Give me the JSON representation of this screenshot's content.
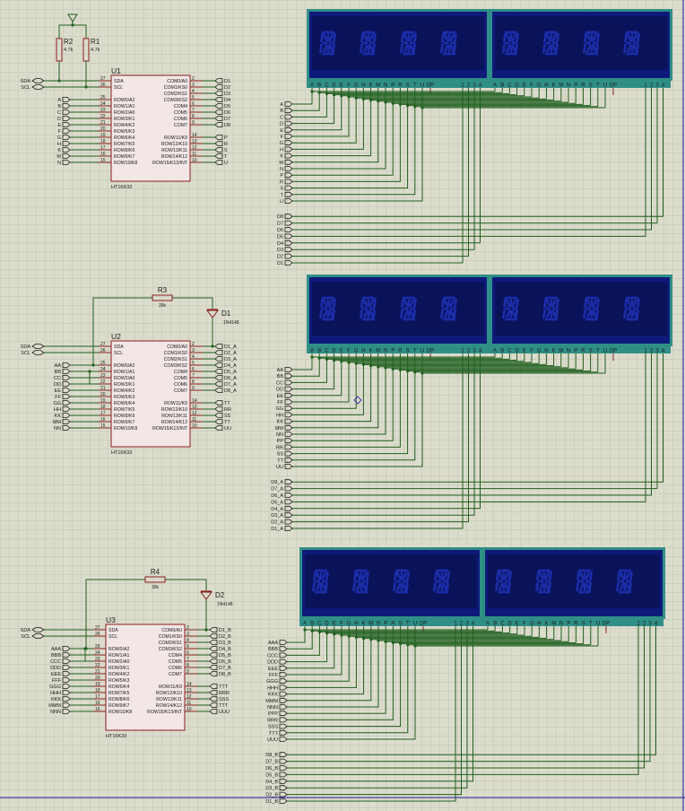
{
  "labels": {
    "sda": "SDA",
    "scl": "SCL",
    "label_1n4148": "1N4148",
    "pullup_value": "4.7k",
    "series_value": "39k"
  },
  "display_pins": [
    "A",
    "B",
    "C",
    "D",
    "E",
    "F",
    "G",
    "H",
    "K",
    "M",
    "N",
    "P",
    "R",
    "S",
    "T",
    "U",
    "DP",
    "1",
    "2",
    "3",
    "4"
  ],
  "chips": [
    {
      "ref": "U1",
      "part": "HT16K33",
      "left_pins": [
        {
          "num": "27",
          "name": "SDA"
        },
        {
          "num": "26",
          "name": "SCL"
        },
        {
          "num": "25",
          "name": "ROW0/A2"
        },
        {
          "num": "24",
          "name": "ROW1/A1"
        },
        {
          "num": "23",
          "name": "ROW2/A0"
        },
        {
          "num": "22",
          "name": "ROW3/K1"
        },
        {
          "num": "21",
          "name": "ROW4/K2"
        },
        {
          "num": "20",
          "name": "ROW5/K3"
        },
        {
          "num": "19",
          "name": "ROW6/K4"
        },
        {
          "num": "18",
          "name": "ROW7/K5"
        },
        {
          "num": "17",
          "name": "ROW8/K6"
        },
        {
          "num": "16",
          "name": "ROW9/K7"
        },
        {
          "num": "15",
          "name": "ROW10/K8"
        }
      ],
      "right_pins": [
        {
          "num": "2",
          "name": "COM0/A0"
        },
        {
          "num": "3",
          "name": "COM1/KS0"
        },
        {
          "num": "4",
          "name": "COM2/KS1"
        },
        {
          "num": "5",
          "name": "COM3/KS2"
        },
        {
          "num": "6",
          "name": "COM4"
        },
        {
          "num": "7",
          "name": "COM5"
        },
        {
          "num": "8",
          "name": "COM6"
        },
        {
          "num": "9",
          "name": "COM7"
        },
        {
          "num": "14",
          "name": "ROW11/K9"
        },
        {
          "num": "13",
          "name": "ROW12/K10"
        },
        {
          "num": "12",
          "name": "ROW13/K11"
        },
        {
          "num": "11",
          "name": "ROW14/K12"
        },
        {
          "num": "10",
          "name": "ROW15/K13/INT"
        }
      ],
      "row_terminals": [
        "A",
        "B",
        "C",
        "D",
        "E",
        "F",
        "G",
        "H",
        "K",
        "M",
        "N"
      ],
      "com_terminals": [
        "D1",
        "D2",
        "D3",
        "D4",
        "D5",
        "D6",
        "D7",
        "D8"
      ],
      "row_terminals_right": [
        "P",
        "R",
        "S",
        "T",
        "U"
      ],
      "display_row_terminals": [
        "A",
        "B",
        "C",
        "D",
        "E",
        "F",
        "G",
        "H",
        "K",
        "M",
        "N",
        "P",
        "R",
        "S",
        "T",
        "U"
      ],
      "display_com_terminals": [
        "D8",
        "D7",
        "D6",
        "D5",
        "D4",
        "D3",
        "D2",
        "D1"
      ],
      "resistors": [
        {
          "ref": "R2",
          "value": "4.7k"
        },
        {
          "ref": "R1",
          "value": "4.7k"
        }
      ]
    },
    {
      "ref": "U2",
      "part": "HT16K33",
      "left_pins": [
        {
          "num": "27",
          "name": "SDA"
        },
        {
          "num": "26",
          "name": "SCL"
        },
        {
          "num": "25",
          "name": "ROW0/A2"
        },
        {
          "num": "24",
          "name": "ROW1/A1"
        },
        {
          "num": "23",
          "name": "ROW2/A0"
        },
        {
          "num": "22",
          "name": "ROW3/K1"
        },
        {
          "num": "21",
          "name": "ROW4/K2"
        },
        {
          "num": "20",
          "name": "ROW5/K3"
        },
        {
          "num": "19",
          "name": "ROW6/K4"
        },
        {
          "num": "18",
          "name": "ROW7/K5"
        },
        {
          "num": "17",
          "name": "ROW8/K6"
        },
        {
          "num": "16",
          "name": "ROW9/K7"
        },
        {
          "num": "15",
          "name": "ROW10/K8"
        }
      ],
      "right_pins": [
        {
          "num": "2",
          "name": "COM0/A0"
        },
        {
          "num": "3",
          "name": "COM1/KS0"
        },
        {
          "num": "4",
          "name": "COM2/KS1"
        },
        {
          "num": "5",
          "name": "COM3/KS2"
        },
        {
          "num": "6",
          "name": "COM4"
        },
        {
          "num": "7",
          "name": "COM5"
        },
        {
          "num": "8",
          "name": "COM6"
        },
        {
          "num": "9",
          "name": "COM7"
        },
        {
          "num": "14",
          "name": "ROW11/K9"
        },
        {
          "num": "13",
          "name": "ROW12/K10"
        },
        {
          "num": "12",
          "name": "ROW13/K11"
        },
        {
          "num": "11",
          "name": "ROW14/K12"
        },
        {
          "num": "10",
          "name": "ROW15/K13/INT"
        }
      ],
      "row_terminals": [
        "AA",
        "BB",
        "CC",
        "DD",
        "EE",
        "FF",
        "GG",
        "HH",
        "KK",
        "MM",
        "NN"
      ],
      "com_terminals": [
        "D1_A",
        "D2_A",
        "D3_A",
        "D4_A",
        "D5_A",
        "D6_A",
        "D7_A",
        "D8_A"
      ],
      "row_terminals_right": [
        "TT",
        "RR",
        "SS",
        "TT",
        "UU"
      ],
      "display_row_terminals": [
        "AA",
        "BB",
        "CC",
        "DD",
        "EE",
        "FF",
        "GG",
        "HH",
        "KK",
        "MM",
        "NN",
        "PP",
        "RR",
        "SS",
        "TT",
        "UU"
      ],
      "display_com_terminals": [
        "D8_A",
        "D7_A",
        "D6_A",
        "D5_A",
        "D4_A",
        "D3_A",
        "D2_A",
        "D1_A"
      ],
      "resistor": {
        "ref": "R3",
        "value": "39k"
      },
      "diode": {
        "ref": "D1",
        "part": "1N4148"
      }
    },
    {
      "ref": "U3",
      "part": "HT16K33",
      "left_pins": [
        {
          "num": "27",
          "name": "SDA"
        },
        {
          "num": "26",
          "name": "SCL"
        },
        {
          "num": "25",
          "name": "ROW0/A2"
        },
        {
          "num": "24",
          "name": "ROW1/A1"
        },
        {
          "num": "23",
          "name": "ROW2/A0"
        },
        {
          "num": "22",
          "name": "ROW3/K1"
        },
        {
          "num": "21",
          "name": "ROW4/K2"
        },
        {
          "num": "20",
          "name": "ROW5/K3"
        },
        {
          "num": "19",
          "name": "ROW6/K4"
        },
        {
          "num": "18",
          "name": "ROW7/K5"
        },
        {
          "num": "17",
          "name": "ROW8/K6"
        },
        {
          "num": "16",
          "name": "ROW9/K7"
        },
        {
          "num": "15",
          "name": "ROW10/K8"
        }
      ],
      "right_pins": [
        {
          "num": "2",
          "name": "COM0/A0"
        },
        {
          "num": "3",
          "name": "COM1/KS0"
        },
        {
          "num": "4",
          "name": "COM2/KS1"
        },
        {
          "num": "5",
          "name": "COM3/KS2"
        },
        {
          "num": "6",
          "name": "COM4"
        },
        {
          "num": "7",
          "name": "COM5"
        },
        {
          "num": "8",
          "name": "COM6"
        },
        {
          "num": "9",
          "name": "COM7"
        },
        {
          "num": "14",
          "name": "ROW11/K9"
        },
        {
          "num": "13",
          "name": "ROW12/K10"
        },
        {
          "num": "12",
          "name": "ROW13/K11"
        },
        {
          "num": "11",
          "name": "ROW14/K12"
        },
        {
          "num": "10",
          "name": "ROW15/K13/INT"
        }
      ],
      "row_terminals": [
        "AAA",
        "BBB",
        "CCC",
        "DDD",
        "EEE",
        "FFF",
        "GGG",
        "HHH",
        "KKK",
        "MMM",
        "NNN"
      ],
      "com_terminals": [
        "D1_B",
        "D2_B",
        "D3_B",
        "D4_B",
        "D5_B",
        "D6_B",
        "D7_B",
        "D8_B"
      ],
      "row_terminals_right": [
        "TTT",
        "RRR",
        "SSS",
        "TTT",
        "UUU"
      ],
      "display_row_terminals": [
        "AAA",
        "BBB",
        "CCC",
        "DDD",
        "EEE",
        "FFF",
        "GGG",
        "HHH",
        "KKK",
        "MMM",
        "NNN",
        "PPP",
        "RRR",
        "SSS",
        "TTT",
        "UUU"
      ],
      "display_com_terminals": [
        "D8_B",
        "D7_B",
        "D6_B",
        "D5_B",
        "D4_B",
        "D3_B",
        "D2_B",
        "D1_B"
      ],
      "resistor": {
        "ref": "R4",
        "value": "39k"
      },
      "diode": {
        "ref": "D2",
        "part": "1N4148"
      }
    }
  ],
  "colors": {
    "wire": "#1f5f1f",
    "chip_fill": "#f2e6e6",
    "chip_border": "#8a1f1f",
    "display_frame": "#2f8f86",
    "display_bg": "#0e1a7a",
    "display_inner": "#0a125a",
    "segment": "#1b2da8",
    "terminal": "#1a1a1a",
    "border_line": "#1a1aa0"
  }
}
